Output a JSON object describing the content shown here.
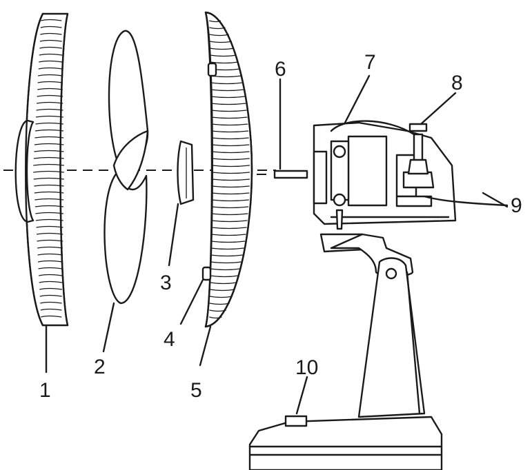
{
  "callouts": {
    "part_1": "1",
    "part_2": "2",
    "part_3": "3",
    "part_4": "4",
    "part_5": "5",
    "part_6": "6",
    "part_7": "7",
    "part_8": "8",
    "part_9": "9",
    "part_10": "10"
  },
  "colors": {
    "ink": "#1a1a1a",
    "paper": "#ffffff"
  }
}
